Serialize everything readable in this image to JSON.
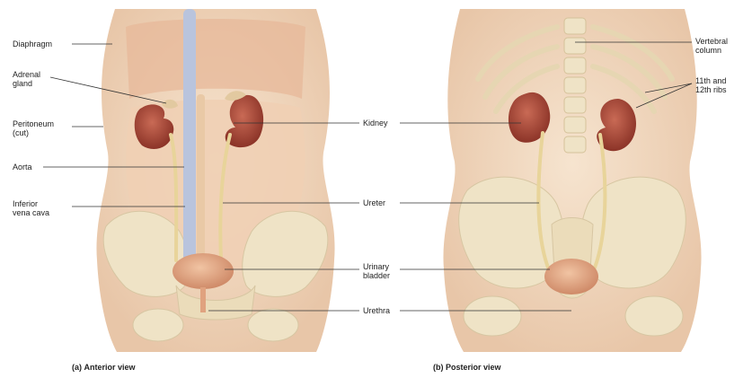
{
  "labels": {
    "diaphragm": "Diaphragm",
    "adrenal_gland": "Adrenal\ngland",
    "peritoneum": "Peritoneum\n(cut)",
    "aorta": "Aorta",
    "inferior_vena_cava": "Inferior\nvena cava",
    "kidney": "Kidney",
    "ureter": "Ureter",
    "urinary_bladder": "Urinary\nbladder",
    "urethra": "Urethra",
    "vertebral_column": "Vertebral\ncolumn",
    "ribs": "11th and\n12th ribs"
  },
  "captions": {
    "anterior_tag": "(a)",
    "anterior_text": "Anterior view",
    "posterior_tag": "(b)",
    "posterior_text": "Posterior view"
  },
  "colors": {
    "skin": "#f2dcc4",
    "bone": "#efe3c6",
    "kidney": "#b04a3a",
    "bladder": "#e0a27f",
    "vessel_blue": "#b9c4dd",
    "ureter": "#e8d49a",
    "leader": "#333333"
  }
}
